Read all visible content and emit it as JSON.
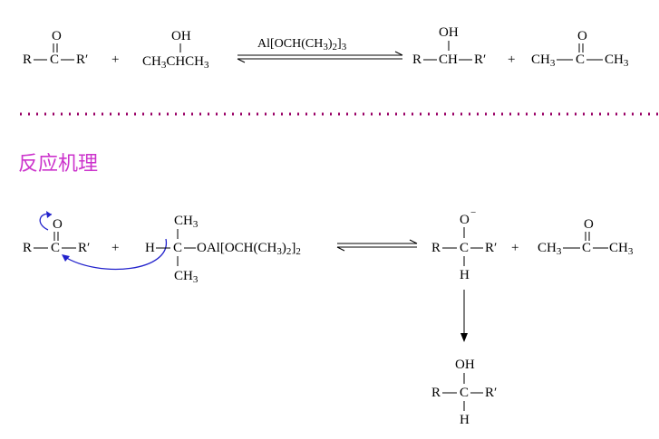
{
  "reaction": {
    "ketone": {
      "o": "O",
      "left": "R",
      "center": "C",
      "right": "R′"
    },
    "plus1": "+",
    "isopropanol": {
      "oh": "OH",
      "text": "CH",
      "sub1": "3",
      "text2": "CHCH",
      "sub2": "3"
    },
    "reagent": {
      "a": "Al[OCH(CH",
      "s1": "3",
      "b": ")",
      "s2": "2",
      "c": "]",
      "s3": "3"
    },
    "alcohol": {
      "oh": "OH",
      "left": "R",
      "center": "CH",
      "right": "R′"
    },
    "plus2": "+",
    "acetone": {
      "o": "O",
      "left": "CH",
      "sub": "3",
      "center": "C",
      "right": "CH",
      "sub2": "3"
    }
  },
  "section_title": "反应机理",
  "mechanism": {
    "ketone": {
      "o": "O",
      "left": "R",
      "center": "C",
      "right": "R′"
    },
    "plus1": "+",
    "alkoxide": {
      "top": "CH",
      "top_sub": "3",
      "h": "H",
      "c": "C",
      "bottom": "CH",
      "bottom_sub": "3",
      "al_a": "OAl[OCH(CH",
      "al_s1": "3",
      "al_b": ")",
      "al_s2": "2",
      "al_c": "]",
      "al_s3": "2"
    },
    "product_alkoxide": {
      "o": "O",
      "charge": "−",
      "left": "R",
      "center": "C",
      "right": "R′",
      "h": "H"
    },
    "plus2": "+",
    "acetone": {
      "o": "O",
      "left": "CH",
      "sub": "3",
      "center": "C",
      "right": "CH",
      "sub2": "3"
    },
    "final_alcohol": {
      "oh": "OH",
      "left": "R",
      "center": "C",
      "right": "R′",
      "h": "H"
    }
  },
  "colors": {
    "title": "#cc33cc",
    "dots": "#990066",
    "curved_arrow": "#2222cc"
  }
}
